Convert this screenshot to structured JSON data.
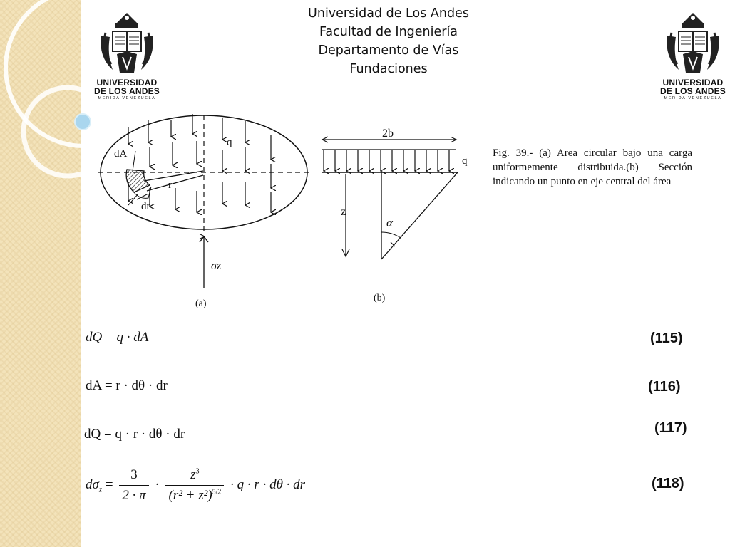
{
  "header": {
    "line1": "Universidad de Los Andes",
    "line2": "Facultad de Ingeniería",
    "line3": "Departamento de Vías",
    "line4": "Fundaciones"
  },
  "logo": {
    "name1": "UNIVERSIDAD",
    "name2": "DE LOS ANDES",
    "sub": "MERIDA VENEZUELA"
  },
  "figure": {
    "label_dA": "dA",
    "label_q_a": "q",
    "label_r": "r",
    "label_dr": "dr",
    "label_sigma": "σz",
    "label_a": "(a)",
    "label_2b": "2b",
    "label_q_b": "q",
    "label_z": "z",
    "label_alpha": "α",
    "label_b": "(b)"
  },
  "caption": {
    "text": "Fig. 39.- (a) Area circular bajo una carga uniformemente distribuida.(b) Sección indicando un punto en eje central del área"
  },
  "equations": {
    "eq115": {
      "lhs": "dQ",
      "rhs": "q · dA",
      "number": "(115)"
    },
    "eq116": {
      "lhs": "dA",
      "rhs": "r · dθ · dr",
      "number": "(116)"
    },
    "eq117": {
      "lhs": "dQ",
      "rhs": "q · r · dθ · dr",
      "number": "(117)"
    },
    "eq118": {
      "lhs": "dσ",
      "lhs_sub": "z",
      "num1": "3",
      "den1": "2 · π",
      "num2": "z",
      "num2_exp": "3",
      "den2": "(r² + z²)",
      "den2_exp": "5/2",
      "tail": "· q · r · dθ · dr",
      "number": "(118)"
    }
  },
  "colors": {
    "band": "#f3e3ba",
    "accent_circle": "#a9d6ee"
  }
}
